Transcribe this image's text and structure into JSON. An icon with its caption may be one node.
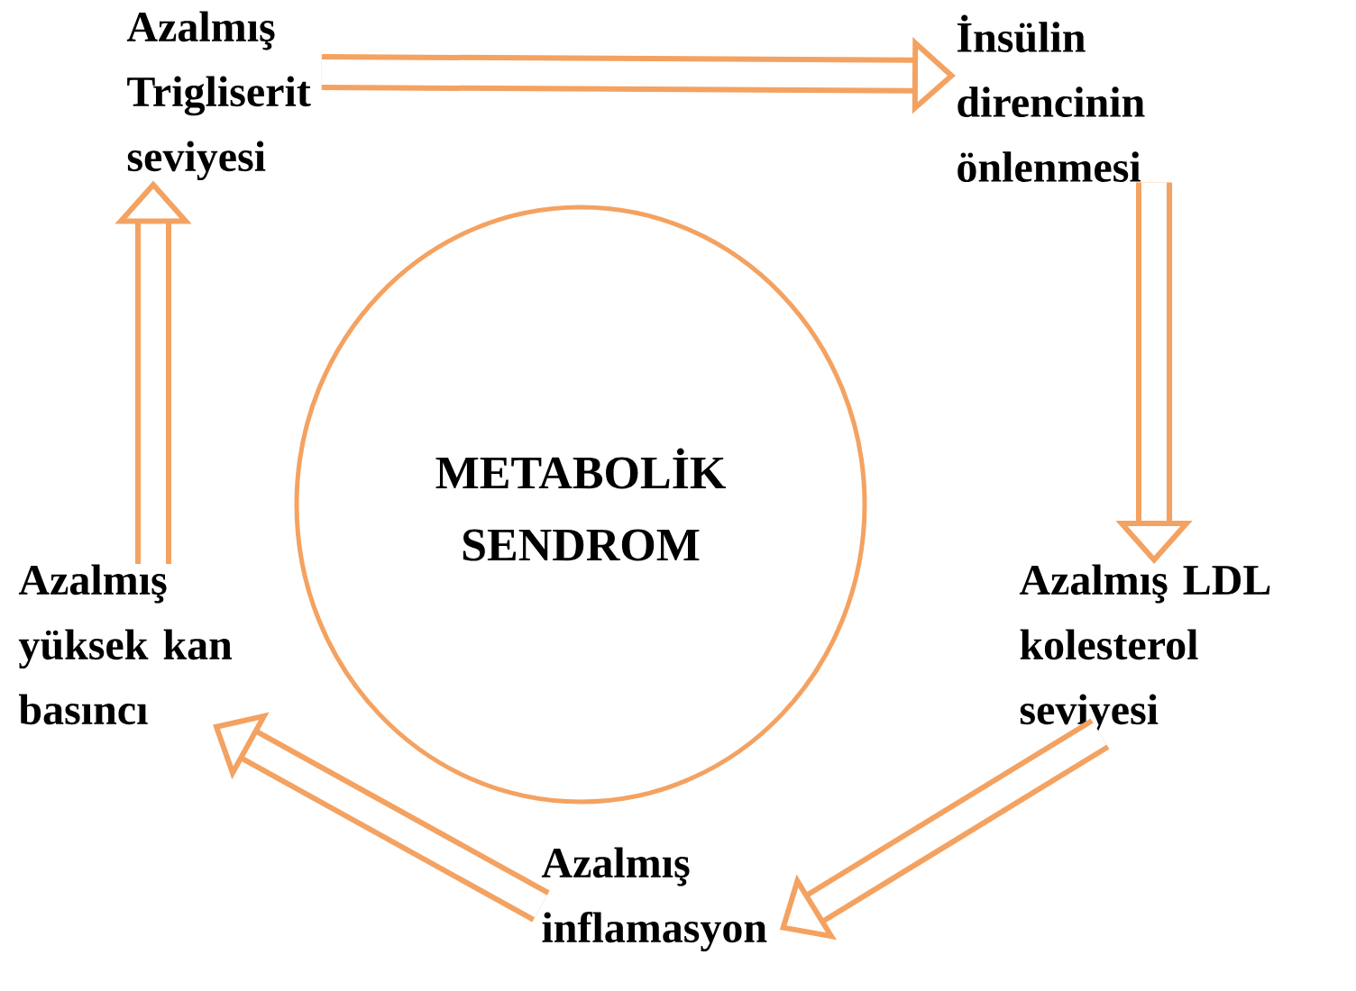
{
  "diagram": {
    "nodes": [
      {
        "text": [
          "METABOLİK SENDROM"
        ]
      },
      {
        "text": [
          "Azalmış Trigliserit seviyesi"
        ]
      },
      {
        "text": [
          "İnsülin direncinin önlenmesi"
        ]
      },
      {
        "text": [
          "Azalmış LDL kolesterol seviyesi"
        ]
      },
      {
        "text": [
          "Azalmış inflamasyon"
        ]
      },
      {
        "text": [
          "Azalmış yüksek kan basıncı"
        ]
      }
    ],
    "edges": [
      {
        "from": 1,
        "to": 2,
        "arrow": "to"
      },
      {
        "from": 2,
        "to": 3,
        "arrow": "to"
      },
      {
        "from": 3,
        "to": 4,
        "arrow": "to"
      },
      {
        "from": 4,
        "to": 5,
        "arrow": "to"
      },
      {
        "from": 5,
        "to": 1,
        "arrow": "to"
      }
    ]
  }
}
